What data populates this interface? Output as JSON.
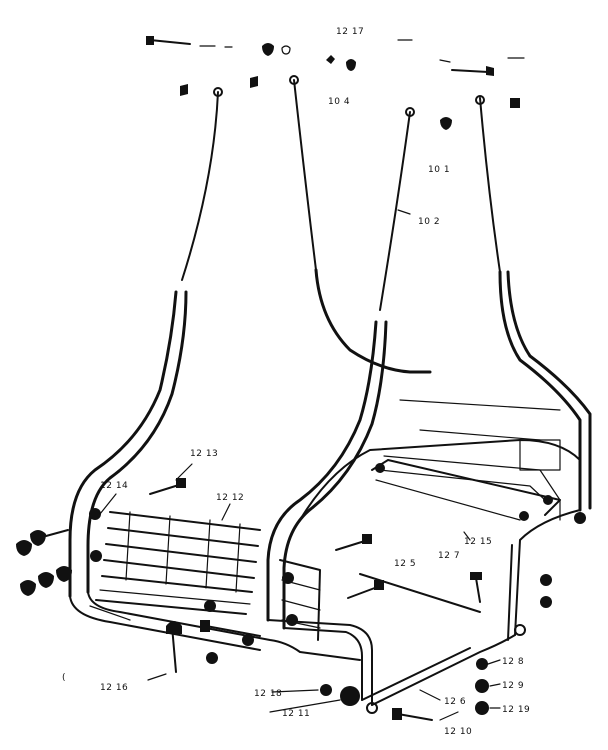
{
  "labels": {
    "p12_17": "12 17",
    "p10_4": "10 4",
    "p10_1": "10 1",
    "p10_2": "10 2",
    "p12_13": "12 13",
    "p12_14": "12 14",
    "p12_12": "12 12",
    "p12_15": "12 15",
    "p12_5": "12 5",
    "p12_7": "12 7",
    "p12_8": "12 8",
    "p12_9": "12 9",
    "p12_19": "12 19",
    "p12_6": "12 6",
    "p12_18": "12 18",
    "p12_11": "12 11",
    "p12_10": "12 10",
    "p12_16": "12 16",
    "mark_c": "("
  }
}
